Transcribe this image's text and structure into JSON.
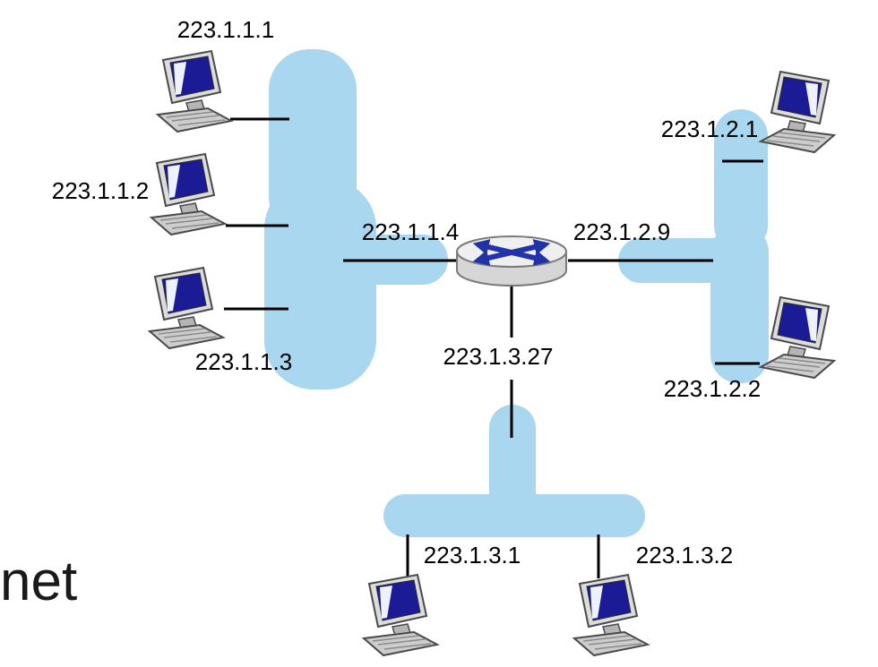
{
  "side_text": "net",
  "colors": {
    "subnet_fill": "#a8d7ef",
    "screen_fill": "#1b1b96",
    "arrow_color": "#2233aa",
    "link_color": "#000000"
  },
  "subnets": [
    {
      "router_interface": "223.1.1.4",
      "hosts": [
        "223.1.1.1",
        "223.1.1.2",
        "223.1.1.3"
      ]
    },
    {
      "router_interface": "223.1.2.9",
      "hosts": [
        "223.1.2.1",
        "223.1.2.2"
      ]
    },
    {
      "router_interface": "223.1.3.27",
      "hosts": [
        "223.1.3.1",
        "223.1.3.2"
      ]
    }
  ]
}
